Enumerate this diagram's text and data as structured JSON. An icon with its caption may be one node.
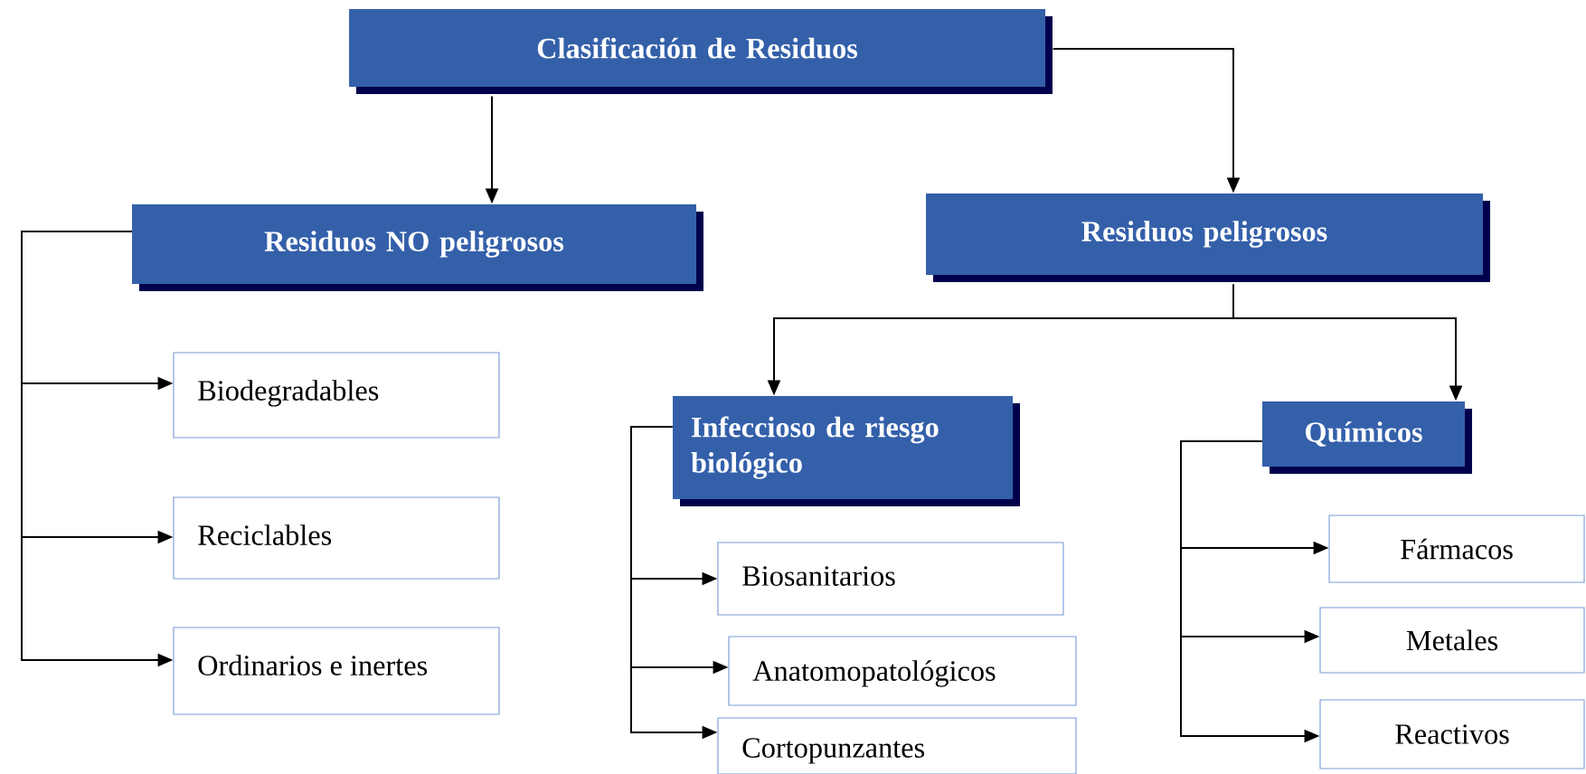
{
  "diagram": {
    "nodes": [
      {
        "text": [
          "Clasificación de Residuos"
        ]
      },
      {
        "text": [
          "Residuos NO peligrosos"
        ]
      },
      {
        "text": [
          "Residuos peligrosos"
        ]
      },
      {
        "text": [
          "Biodegradables"
        ]
      },
      {
        "text": [
          "Reciclables"
        ]
      },
      {
        "text": [
          "Ordinarios e inertes"
        ]
      },
      {
        "text": [
          "Infeccioso de riesgo biológico"
        ]
      },
      {
        "text": [
          "Químicos"
        ]
      },
      {
        "text": [
          "Biosanitarios"
        ]
      },
      {
        "text": [
          "Anatomopatológicos"
        ]
      },
      {
        "text": [
          "Cortopunzantes"
        ]
      },
      {
        "text": [
          "Fármacos"
        ]
      },
      {
        "text": [
          "Metales"
        ]
      },
      {
        "text": [
          "Reactivos"
        ]
      }
    ],
    "edges": [
      {
        "from": 0,
        "to": 1,
        "arrow": "to"
      },
      {
        "from": 0,
        "to": 2,
        "arrow": "to"
      },
      {
        "from": 1,
        "to": 3,
        "arrow": "to"
      },
      {
        "from": 1,
        "to": 4,
        "arrow": "to"
      },
      {
        "from": 1,
        "to": 5,
        "arrow": "to"
      },
      {
        "from": 2,
        "to": 6,
        "arrow": "to"
      },
      {
        "from": 2,
        "to": 7,
        "arrow": "to"
      },
      {
        "from": 6,
        "to": 8,
        "arrow": "to"
      },
      {
        "from": 6,
        "to": 9,
        "arrow": "to"
      },
      {
        "from": 6,
        "to": 10,
        "arrow": "to"
      },
      {
        "from": 7,
        "to": 11,
        "arrow": "to"
      },
      {
        "from": 7,
        "to": 12,
        "arrow": "to"
      },
      {
        "from": 7,
        "to": 13,
        "arrow": "to"
      }
    ]
  }
}
